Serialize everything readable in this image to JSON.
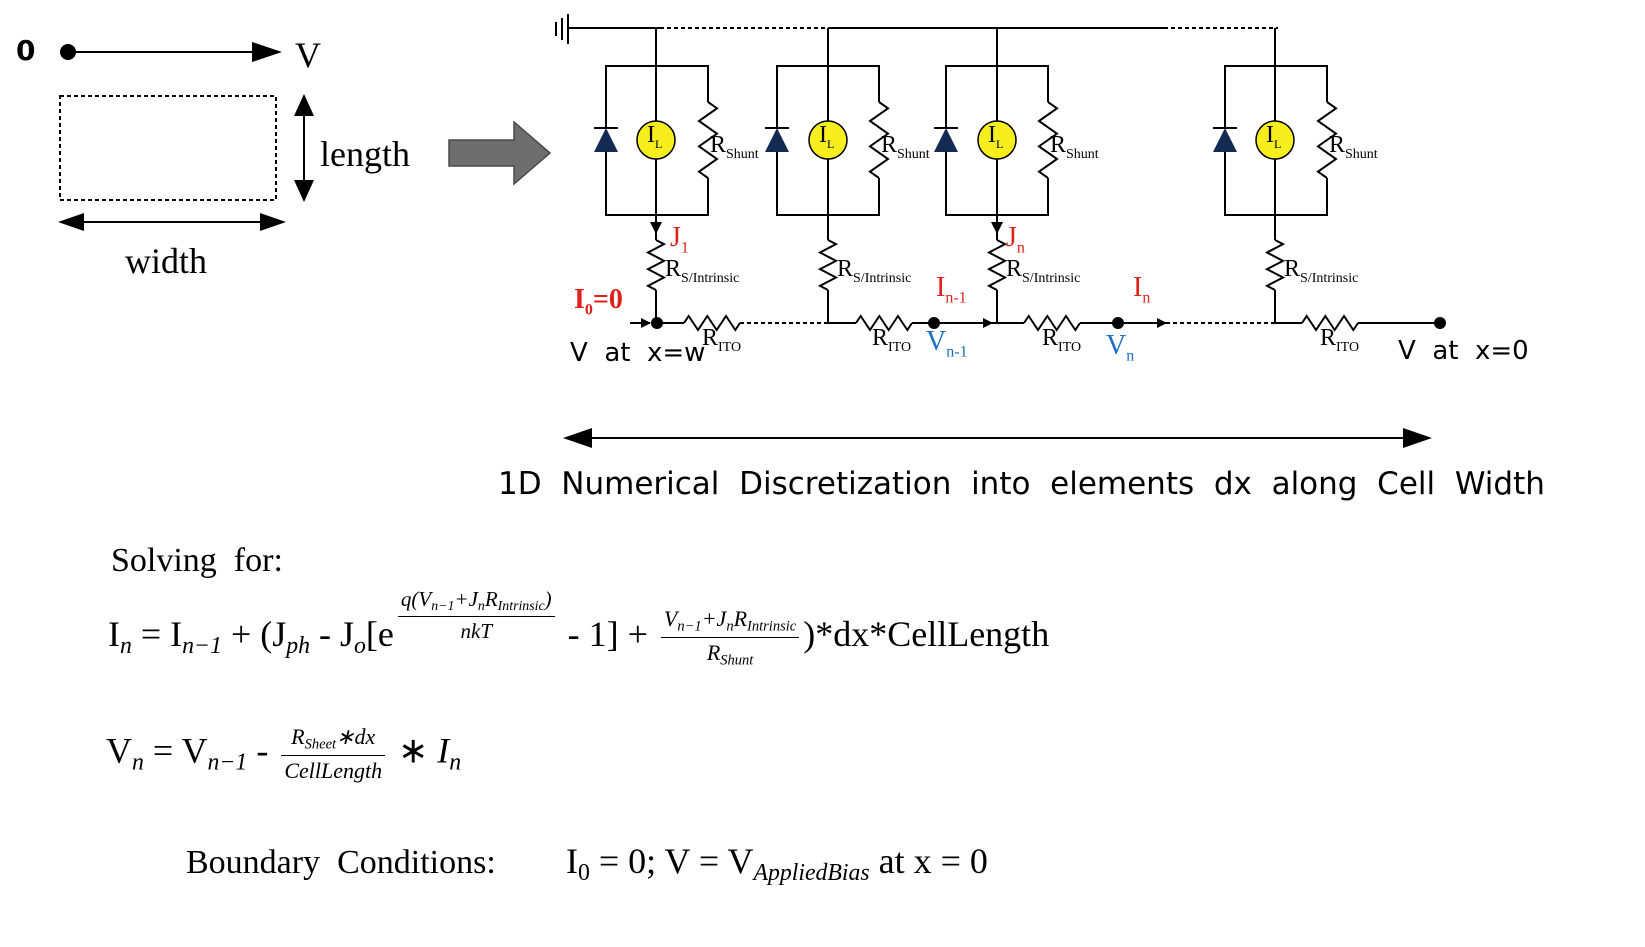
{
  "left_panel": {
    "zero_label": "0",
    "v_label": "V",
    "length_label": "length",
    "width_label": "width"
  },
  "circuit": {
    "il_label": "I",
    "il_sub": "L",
    "rshunt_main": "R",
    "rshunt_sub": "Shunt",
    "rs_main": "R",
    "rs_sub": "S/Intrinsic",
    "rito_main": "R",
    "rito_sub": "ITO",
    "j1_main": "J",
    "j1_sub": "1",
    "jn_main": "J",
    "jn_sub": "n",
    "i0_label": "I",
    "i0_sub": "0",
    "i0_eq": "=0",
    "in1_main": "I",
    "in1_sub": "n-1",
    "in_main": "I",
    "in_sub": "n",
    "vn1_main": "V",
    "vn1_sub": "n-1",
    "vn_main": "V",
    "vn_sub": "n",
    "v_at_w": "V  at  x=w",
    "v_at_0": "V  at  x=0",
    "caption": "1D  Numerical  Discretization  into  elements  dx  along  Cell  Width",
    "colors": {
      "red": "#e0201b",
      "blue": "#1a6fc4",
      "yellow": "#f6ee1d",
      "navy": "#132b52",
      "gray": "#6e6e6e"
    }
  },
  "equations": {
    "solving_for": "Solving  for:",
    "boundary_label": "Boundary  Conditions:",
    "eq1": {
      "lhs": "I",
      "lhs_sub": "n",
      "eq": " = I",
      "prev_sub": "n−1",
      "plus_open": " + (J",
      "ph_sub": "ph",
      "minus_jo": " - J",
      "o_sub": "o",
      "bracket_e": "[e",
      "exp_num": "q(V",
      "exp_num_sub": "n−1",
      "exp_num_mid": "+J",
      "exp_num_sub2": "n",
      "exp_num_r": "R",
      "exp_num_sub3": "Intrinsic",
      "exp_num_close": ")",
      "exp_den": "nkT",
      "minus_one": " - 1] + ",
      "frac_num": "V",
      "frac_num_sub": "n−1",
      "frac_num_mid": "+J",
      "frac_num_sub2": "n",
      "frac_num_r": "R",
      "frac_num_sub3": "Intrinsic",
      "frac_den": "R",
      "frac_den_sub": "Shunt",
      "tail": ")*dx*CellLength"
    },
    "eq2": {
      "lhs": "V",
      "lhs_sub": "n",
      "eq": " = V",
      "prev_sub": "n−1",
      "minus": " - ",
      "num": "R",
      "num_sub": "Sheet",
      "num_tail": "∗dx",
      "den": "CellLength",
      "times": " ∗ ",
      "i": "I",
      "i_sub": "n"
    },
    "eq3": {
      "i0": "I",
      "i0_sub": "0",
      "mid": " = 0; V = V",
      "bias_sub": "AppliedBias",
      "tail": " at x = 0"
    }
  }
}
